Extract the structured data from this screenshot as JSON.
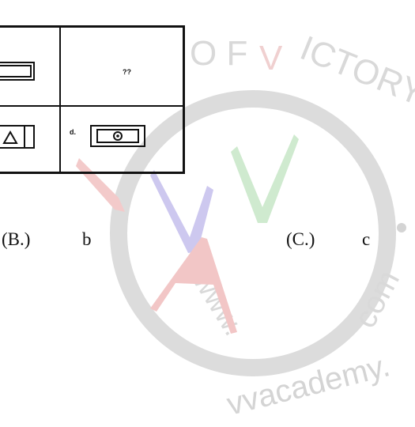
{
  "figure": {
    "missing_mark": "??",
    "option_d_label": "d."
  },
  "options": {
    "b_marker": "(B.)",
    "b_text": "b",
    "c_marker": "(C.)",
    "c_text": "c"
  },
  "watermark": {
    "top_text": "OF VICTORY",
    "bottom_text": "www.vvacademy.com",
    "logo_letters": [
      "V",
      "V",
      "A"
    ],
    "colors": {
      "ring": "#d9d9d9",
      "blue": "#c9c5ec",
      "green": "#c8e8c8",
      "red": "#f2c4c4",
      "text": "#d6d6d6"
    }
  }
}
